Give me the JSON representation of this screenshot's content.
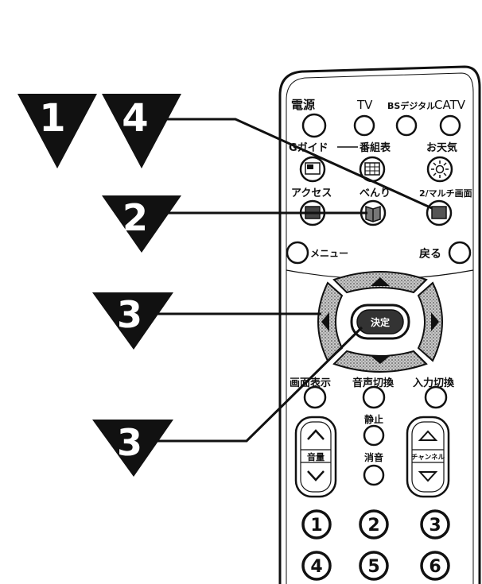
{
  "remote": {
    "top_labels": {
      "power": "電源",
      "tv": "TV",
      "bs": "BSデジタル",
      "catv": "CATV"
    },
    "row2_labels": {
      "gguide": "Gガイド",
      "program_table": "番組表",
      "weather": "お天気"
    },
    "row3_labels": {
      "access": "アクセス",
      "benri": "べんり",
      "multi": "2/マルチ画面"
    },
    "menu_label": "メニュー",
    "back_label": "戻る",
    "center_label": "決定",
    "row5_labels": {
      "display": "画面表示",
      "audio": "音声切換",
      "input": "入力切換"
    },
    "mute_label_top": "静止",
    "mute_label_bottom": "消音",
    "volume_label": "音量",
    "channel_label": "チャンネル",
    "number_keys": [
      "1",
      "2",
      "3",
      "4",
      "5",
      "6"
    ],
    "colors": {
      "ink": "#111111",
      "body": "#ffffff",
      "shade": "#8a8a8a"
    }
  },
  "steps": {
    "step1": "1",
    "step4": "4",
    "step2": "2",
    "step3a": "3",
    "step3b": "3"
  }
}
